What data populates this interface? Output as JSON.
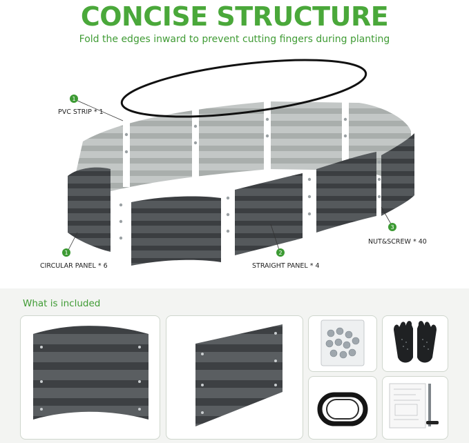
{
  "header": {
    "title": "CONCISE STRUCTURE",
    "subtitle": "Fold the edges inward to prevent cutting fingers during planting"
  },
  "callouts": [
    {
      "number": "1",
      "label": "PVC STRIP * 1"
    },
    {
      "number": "1",
      "label": "CIRCULAR PANEL * 6"
    },
    {
      "number": "2",
      "label": "STRAIGHT PANEL * 4"
    },
    {
      "number": "3",
      "label": "NUT&SCREW * 40"
    }
  ],
  "included": {
    "heading": "What is included"
  },
  "colors": {
    "accent": "#4aa83a",
    "panel": "#4b4f52",
    "panel_inner": "#b9bdbc",
    "badge": "#3c9a33",
    "card_border": "#cfd6cd",
    "section_bg": "#f3f4f2"
  },
  "icons": [
    "circular-panel-icon",
    "straight-panel-icon",
    "screw-bag-icon",
    "gloves-icon",
    "rubber-strip-icon",
    "manual-wrench-icon"
  ]
}
